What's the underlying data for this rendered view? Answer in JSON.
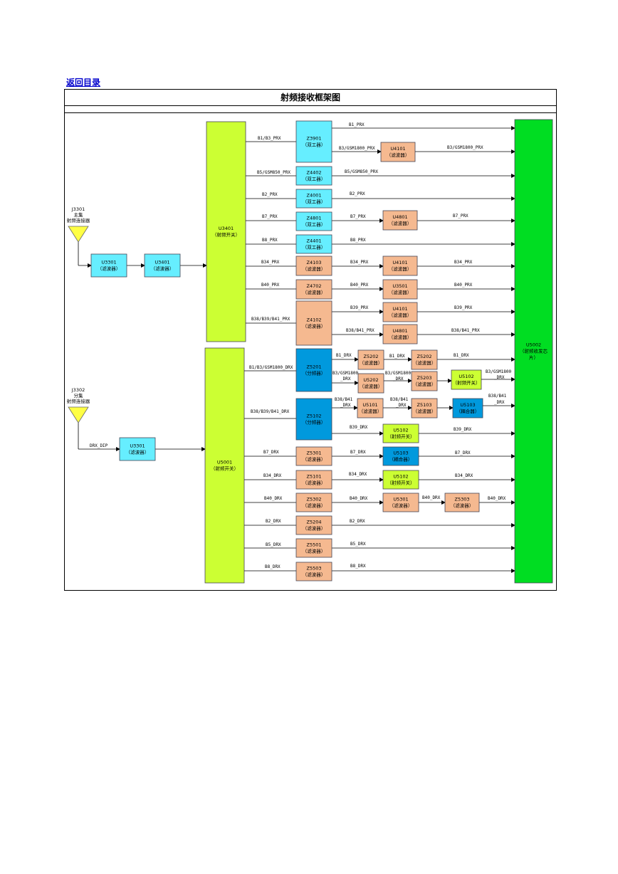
{
  "nav": {
    "back_link": "返回目录"
  },
  "title": "射频接收框架图",
  "colors": {
    "cyan": "#66eeff",
    "salmon": "#f5b990",
    "lime": "#ccff33",
    "green": "#00dd22",
    "blue": "#0099dd",
    "yellow": "#ffff44"
  },
  "connectors": {
    "main": [
      "J3301",
      "主集",
      "射频连接器"
    ],
    "div": [
      "J3302",
      "分集",
      "射频连接器"
    ]
  },
  "blocks": {
    "u3301a": [
      "U3301",
      "（滤波器）"
    ],
    "u3401a": [
      "U3401",
      "（滤波器）"
    ],
    "u3401sw": [
      "U3401",
      "（射频开关）"
    ],
    "u3301b": [
      "U3301",
      "（滤波器）"
    ],
    "u5001": [
      "U5001",
      "（射频开关）"
    ],
    "u5002": [
      "U5002",
      "（射频收发芯",
      "片）"
    ],
    "z3901": [
      "Z3901",
      "（双工器）"
    ],
    "u4101a": [
      "U4101",
      "（滤波器）"
    ],
    "z4402": [
      "Z4402",
      "（双工器）"
    ],
    "z4001": [
      "Z4001",
      "（双工器）"
    ],
    "z4801": [
      "Z4801",
      "（双工器）"
    ],
    "u4801a": [
      "U4801",
      "（滤波器）"
    ],
    "z4401": [
      "Z4401",
      "（双工器）"
    ],
    "z4103": [
      "Z4103",
      "（滤波器）"
    ],
    "u4101b": [
      "U4101",
      "（滤波器）"
    ],
    "z4702": [
      "Z4702",
      "（滤波器）"
    ],
    "u3501": [
      "U3501",
      "（滤波器）"
    ],
    "z4102": [
      "Z4102",
      "（滤波器）"
    ],
    "u4101c": [
      "U4101",
      "（滤波器）"
    ],
    "u4801b": [
      "U4801",
      "（滤波器）"
    ],
    "z5201": [
      "Z5201",
      "（分频器）"
    ],
    "z5202a": [
      "Z5202",
      "（滤波器）"
    ],
    "z5202b": [
      "Z5202",
      "（滤波器）"
    ],
    "u5202": [
      "U5202",
      "（滤波器）"
    ],
    "z5203": [
      "Z5203",
      "（滤波器）"
    ],
    "u5102a": [
      "U5102",
      "（射频开关）"
    ],
    "z5102": [
      "Z5102",
      "（分频器）"
    ],
    "u5101": [
      "U5101",
      "（滤波器）"
    ],
    "z5103": [
      "Z5103",
      "（滤波器）"
    ],
    "u5103a": [
      "U5103",
      "（耦合器）"
    ],
    "u5102b": [
      "U5102",
      "（射频开关）"
    ],
    "z5301": [
      "Z5301",
      "（滤波器）"
    ],
    "u5103b": [
      "U5103",
      "（耦合器）"
    ],
    "z5101": [
      "Z5101",
      "（滤波器）"
    ],
    "u5102c": [
      "U5102",
      "（射频开关）"
    ],
    "z5302": [
      "Z5302",
      "（滤波器）"
    ],
    "u5301": [
      "U5301",
      "（滤波器）"
    ],
    "z5303": [
      "Z5303",
      "（滤波器）"
    ],
    "z5204": [
      "Z5204",
      "（滤波器）"
    ],
    "z5501": [
      "Z5501",
      "（滤波器）"
    ],
    "z5503": [
      "Z5503",
      "（滤波器）"
    ]
  },
  "signals": {
    "b1b3_prx": "B1/B3_PRX",
    "b1_prx": "B1_PRX",
    "b3gsm_prx_a": "B3/GSM1800_PRX",
    "b3gsm_prx_b": "B3/GSM1800_PRX",
    "b5_prx_a": "B5/GSM850_PRX",
    "b5_prx_b": "B5/GSM850_PRX",
    "b2_prx_a": "B2_PRX",
    "b2_prx_b": "B2_PRX",
    "b7_prx_a": "B7_PRX",
    "b7_prx_b": "B7_PRX",
    "b7_prx_c": "B7_PRX",
    "b8_prx_a": "B8_PRX",
    "b8_prx_b": "B8_PRX",
    "b34_prx_a": "B34_PRX",
    "b34_prx_b": "B34_PRX",
    "b34_prx_c": "B34_PRX",
    "b40_prx_a": "B40_PRX",
    "b40_prx_b": "B40_PRX",
    "b40_prx_c": "B40_PRX",
    "b38_prx": "B38/B39/B41_PRX",
    "b39_prx_a": "B39_PRX",
    "b39_prx_b": "B39_PRX",
    "b38b41_prx_a": "B38/B41_PRX",
    "b38b41_prx_b": "B38/B41_PRX",
    "b1b3_drx": "B1/B3/GSM1800_DRX",
    "b1_drx_a": "B1_DRX",
    "b1_drx_b": "B1_DRX",
    "b1_drx_c": "B1_DRX",
    "b3gsm_drx_a1": "B3/GSM1800",
    "b3gsm_drx_a2": "_DRX",
    "b3gsm_drx_b1": "B3/GSM1800",
    "b3gsm_drx_b2": "_DRX",
    "b3gsm_drx_c1": "B3/GSM1800",
    "b3gsm_drx_c2": "_DRX",
    "b38_drx": "B38/B39/B41_DRX",
    "b38b41_drx_a1": "B38/B41",
    "b38b41_drx_a2": "_DRX",
    "b38b41_drx_b1": "B38/B41",
    "b38b41_drx_b2": "_DRX",
    "b38b41_drx_c1": "B38/B41",
    "b38b41_drx_c2": "_DRX",
    "b39_drx_a": "B39_DRX",
    "b39_drx_b": "B39_DRX",
    "b7_drx_a": "B7_DRX",
    "b7_drx_b": "B7_DRX",
    "b7_drx_c": "B7_DRX",
    "b34_drx_a": "B34_DRX",
    "b34_drx_b": "B34_DRX",
    "b34_drx_c": "B34_DRX",
    "b40_drx_a": "B40_DRX",
    "b40_drx_b": "B40_DRX",
    "b40_drx_c": "B40_DRX",
    "b40_drx_d": "B40_DRX",
    "b2_drx_a": "B2_DRX",
    "b2_drx_b": "B2_DRX",
    "b5_drx_a": "B5_DRX",
    "b5_drx_b": "B5_DRX",
    "b8_drx_a": "B8_DRX",
    "b8_drx_b": "B8_DRX",
    "drx_dip": "DRX_DIP"
  }
}
